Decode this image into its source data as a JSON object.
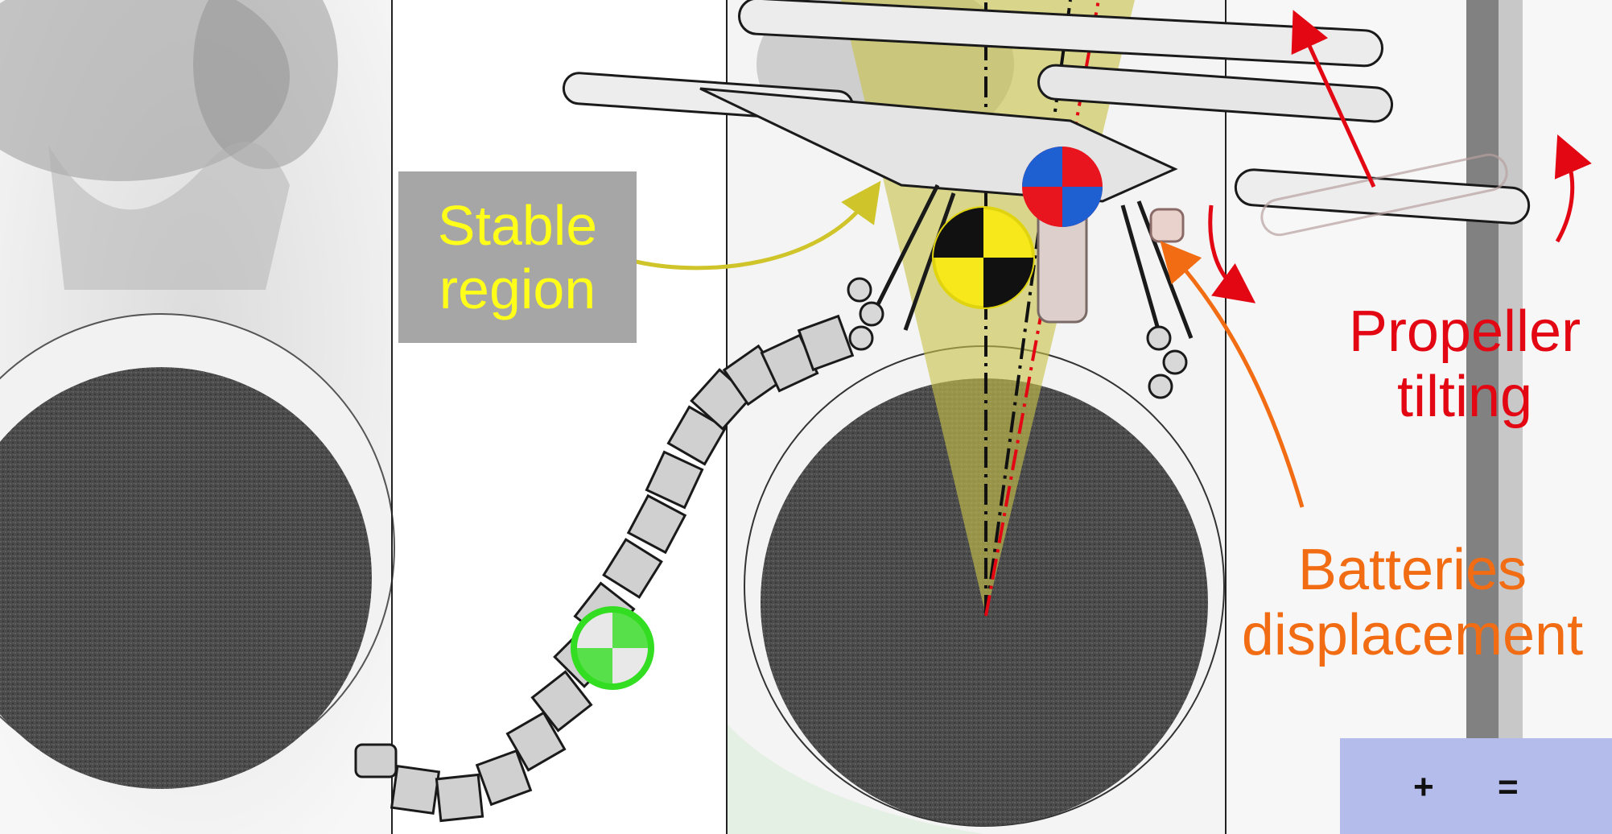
{
  "labels": {
    "stable_region": {
      "line1": "Stable",
      "line2": "region"
    },
    "propeller_tilting": {
      "line1": "Propeller",
      "line2": "tilting"
    },
    "batteries_displacement": {
      "line1": "Batteries",
      "line2": "displacement"
    }
  },
  "legend": {
    "plus": "+",
    "equals": "=",
    "items": [
      {
        "name": "arm-center-of-mass-icon",
        "colors": [
          "#33dd22",
          "#e8e8e8"
        ]
      },
      {
        "name": "drone-center-of-mass-icon",
        "colors": [
          "#e8141e",
          "#1e5fd2"
        ]
      },
      {
        "name": "total-center-of-mass-icon",
        "colors": [
          "#f6e81a",
          "#111111"
        ]
      }
    ]
  },
  "colors": {
    "stable_region_fill": "#c8c44a",
    "stable_text": "#ffff19",
    "stable_box": "#a6a6a6",
    "propeller": "#e30613",
    "batteries": "#f26c13",
    "legend_bg": "#b4bcec",
    "pipe": "#4a4a4a"
  }
}
